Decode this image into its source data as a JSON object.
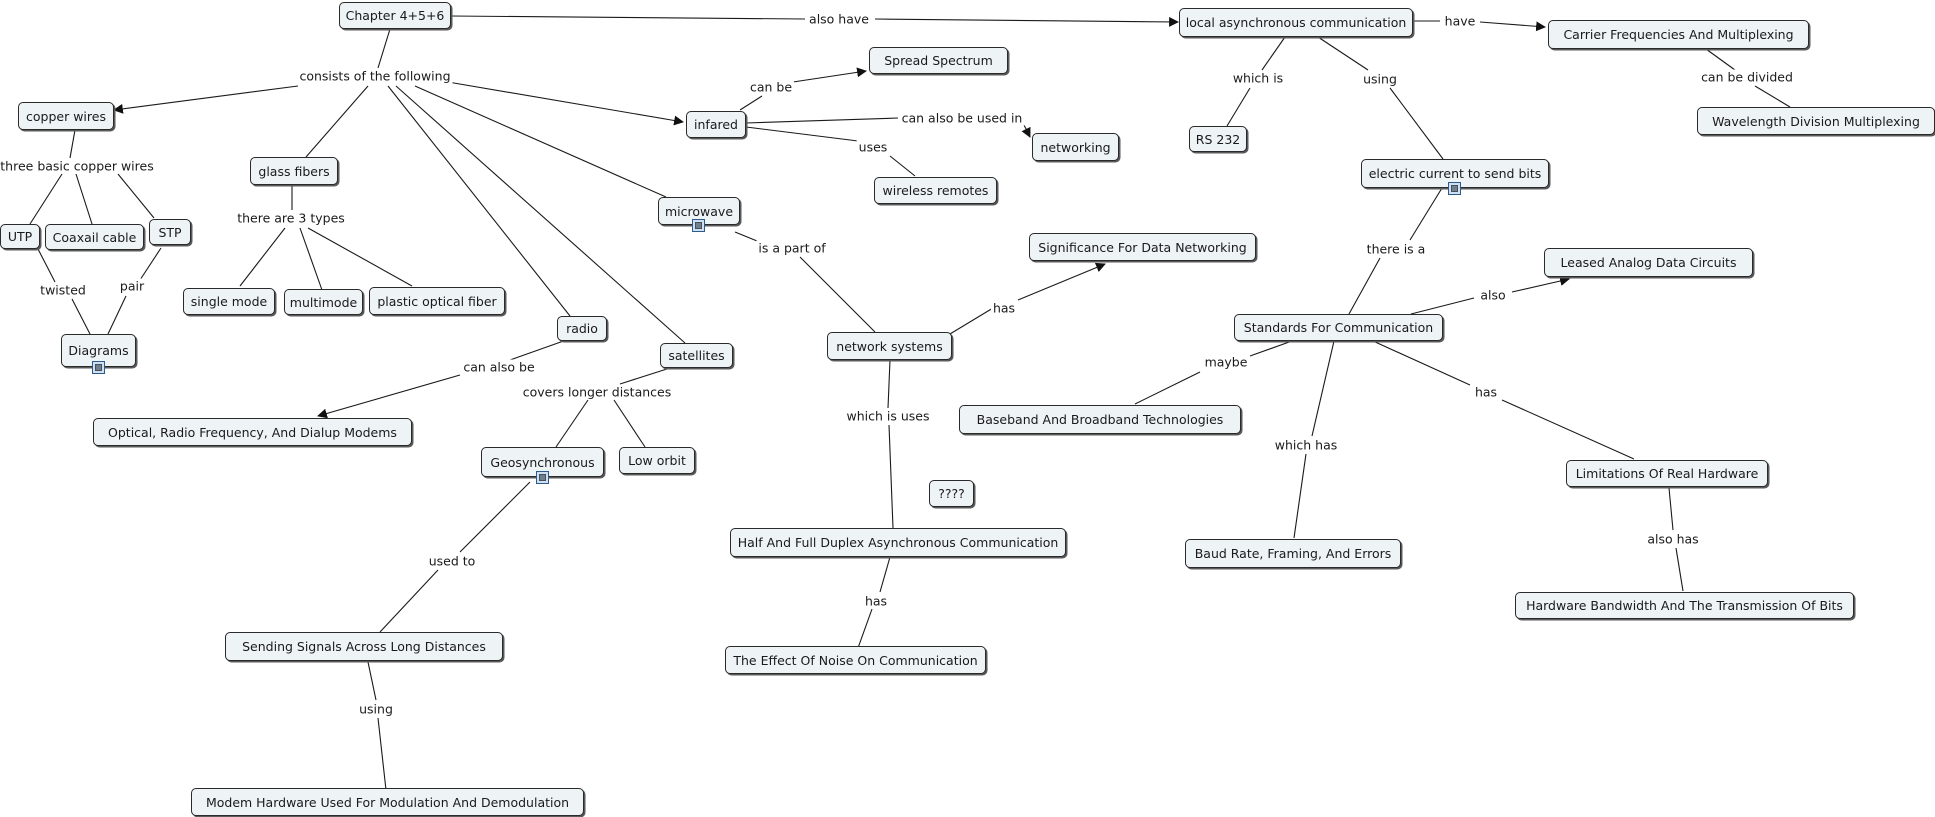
{
  "concepts": {
    "chapter": "Chapter 4+5+6",
    "local_async": "local asynchronous communication",
    "carrier": "Carrier Frequencies And Multiplexing",
    "wdm": "Wavelength Division Multiplexing",
    "spread": "Spread Spectrum",
    "infared": "infared",
    "networking": "networking",
    "wireless_remotes": "wireless remotes",
    "copper": "copper wires",
    "glass": "glass fibers",
    "microwave": "microwave",
    "utp": "UTP",
    "coax": "Coaxail cable",
    "stp": "STP",
    "diagrams": "Diagrams",
    "single_mode": "single mode",
    "multimode": "multimode",
    "plastic": "plastic optical fiber",
    "radio": "radio",
    "satellites": "satellites",
    "optical_modems": "Optical, Radio Frequency, And Dialup Modems",
    "geo": "Geosynchronous",
    "low_orbit": "Low orbit",
    "rs232": "RS 232",
    "electric": "electric current to send bits",
    "significance": "Significance For Data Networking",
    "network_systems": "network systems",
    "leased": "Leased Analog Data Circuits",
    "standards": "Standards For Communication",
    "baseband": "Baseband And Broadband Technologies",
    "unknown": "????",
    "half_full": "Half And Full Duplex Asynchronous Communication",
    "limitations": "Limitations Of Real Hardware",
    "baud": "Baud Rate, Framing, And Errors",
    "bandwidth": "Hardware Bandwidth And The Transmission Of Bits",
    "sending": "Sending Signals Across Long Distances",
    "noise": "The Effect Of Noise On Communication",
    "modem_hw": "Modem Hardware Used For Modulation And Demodulation"
  },
  "linking_phrases": {
    "also_have": "also have",
    "have": "have",
    "can_be_divided": "can be divided",
    "consists": "consists of the following",
    "can_be": "can be",
    "can_also_be_used_in": "can also be used in",
    "uses": "uses",
    "which_is": "which is",
    "using_top": "using",
    "three_basic": "three basic copper wires",
    "there_are_3": "there are 3 types",
    "twisted": "twisted",
    "pair": "pair",
    "is_a_part_of": "is a part of",
    "has_sig": "has",
    "there_is_a": "there is a",
    "also": "also",
    "can_also_be": "can also be",
    "covers": "covers longer distances",
    "maybe": "maybe",
    "which_is_uses": "which is uses",
    "has_lim": "has",
    "which_has": "which has",
    "used_to": "used to",
    "also_has": "also has",
    "has_noise": "has",
    "using_bottom": "using"
  },
  "resource_icons": [
    "microwave",
    "diagrams",
    "geo",
    "electric"
  ]
}
